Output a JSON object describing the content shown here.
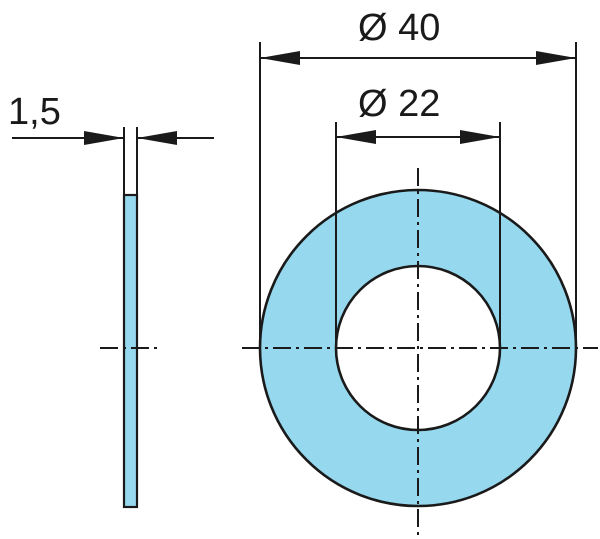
{
  "dimensions": {
    "thickness_label": "1,5",
    "outer_diameter_label": "Ø 40",
    "inner_diameter_label": "Ø 22"
  },
  "colors": {
    "fill": "#96d8ee",
    "line": "#1a1a1a"
  }
}
